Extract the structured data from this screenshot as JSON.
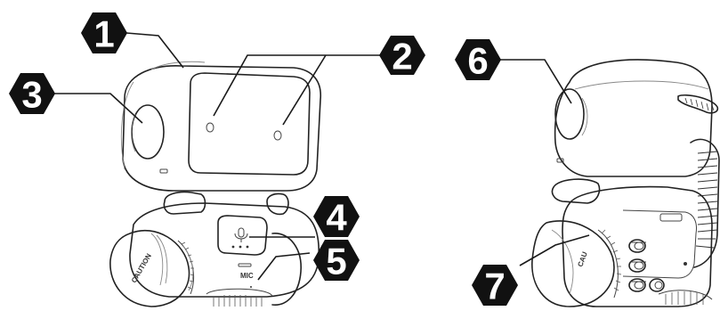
{
  "callouts": [
    {
      "id": "1",
      "label": "1"
    },
    {
      "id": "2",
      "label": "2"
    },
    {
      "id": "3",
      "label": "3"
    },
    {
      "id": "4",
      "label": "4"
    },
    {
      "id": "5",
      "label": "5"
    },
    {
      "id": "6",
      "label": "6"
    },
    {
      "id": "7",
      "label": "7"
    }
  ],
  "robot_front": {
    "wheel_text": "CAUTION",
    "mic_text": "MIC"
  },
  "robot_back": {
    "wheel_text": "CAU"
  },
  "colors": {
    "callout_fill": "#111111",
    "callout_text": "#ffffff",
    "line_art": "#222222"
  }
}
